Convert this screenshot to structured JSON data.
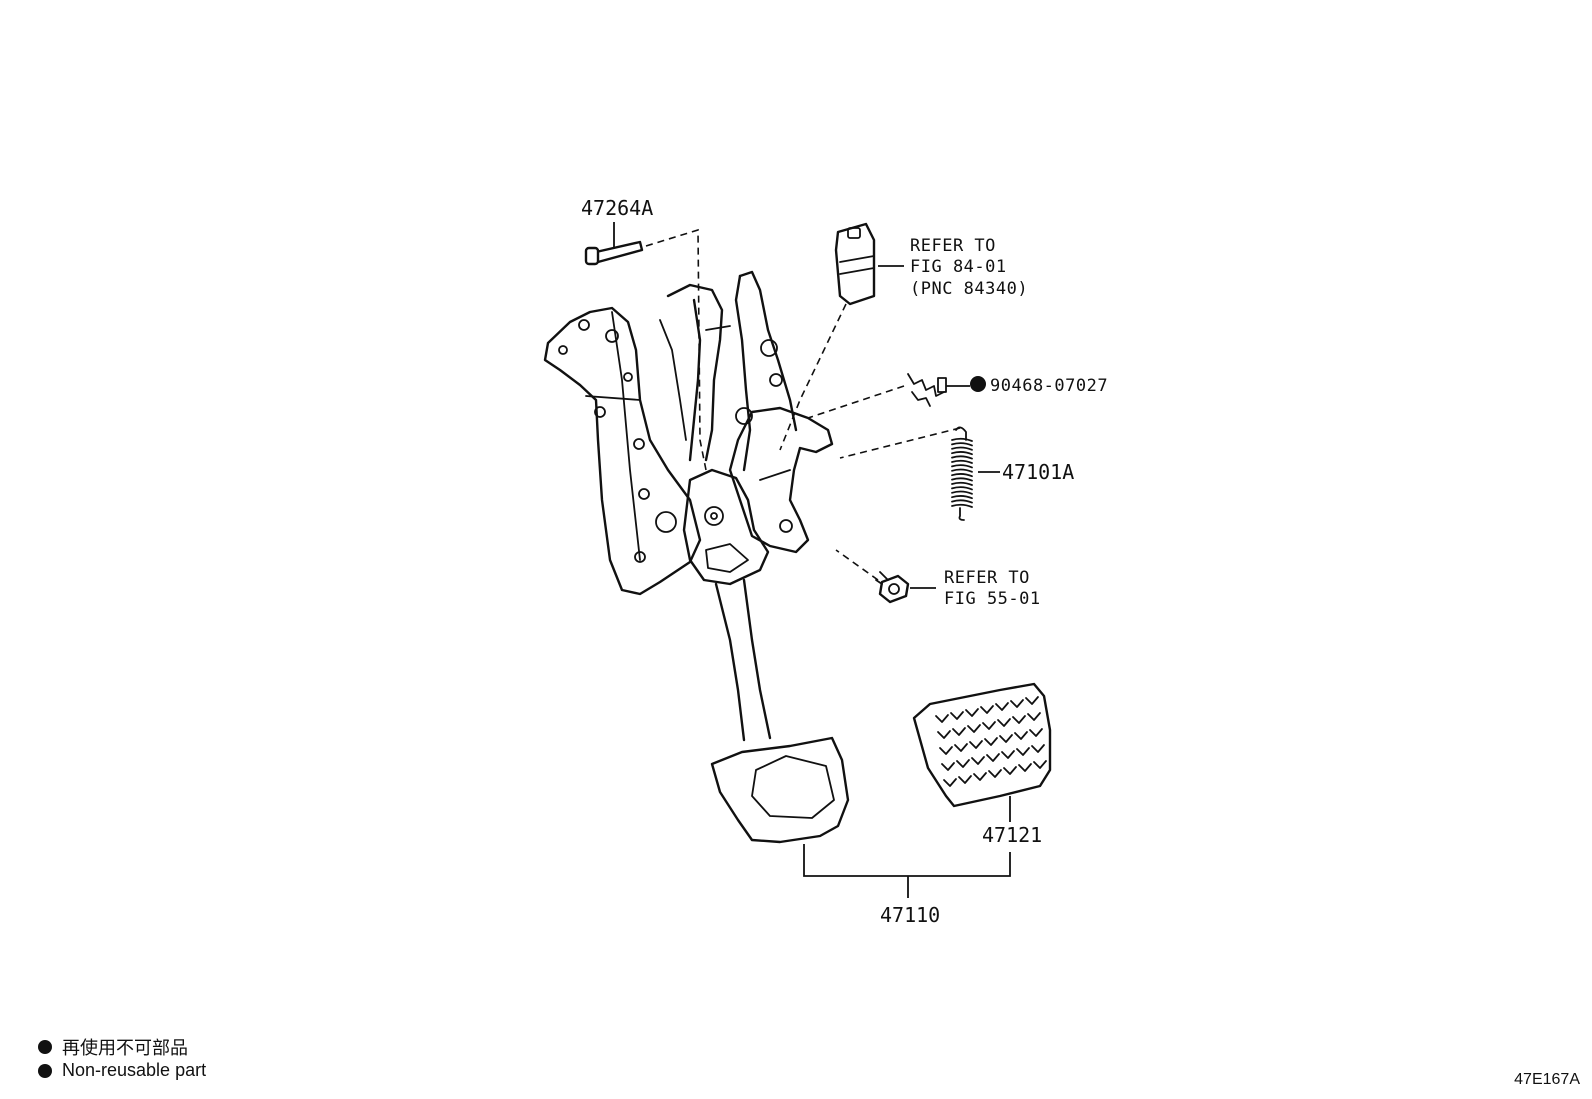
{
  "callouts": {
    "pin": "47264A",
    "stoplamp_switch_ref": [
      "REFER TO",
      "FIG 84-01",
      "(PNC 84340)"
    ],
    "clip": "90468-07027",
    "spring": "47101A",
    "bolt_ref": [
      "REFER TO",
      "FIG 55-01"
    ],
    "pedal_pad": "47121",
    "pedal_assy": "47110"
  },
  "legend": {
    "jp": "再使用不可部品",
    "en": "Non-reusable part"
  },
  "figure_code": "47E167A"
}
